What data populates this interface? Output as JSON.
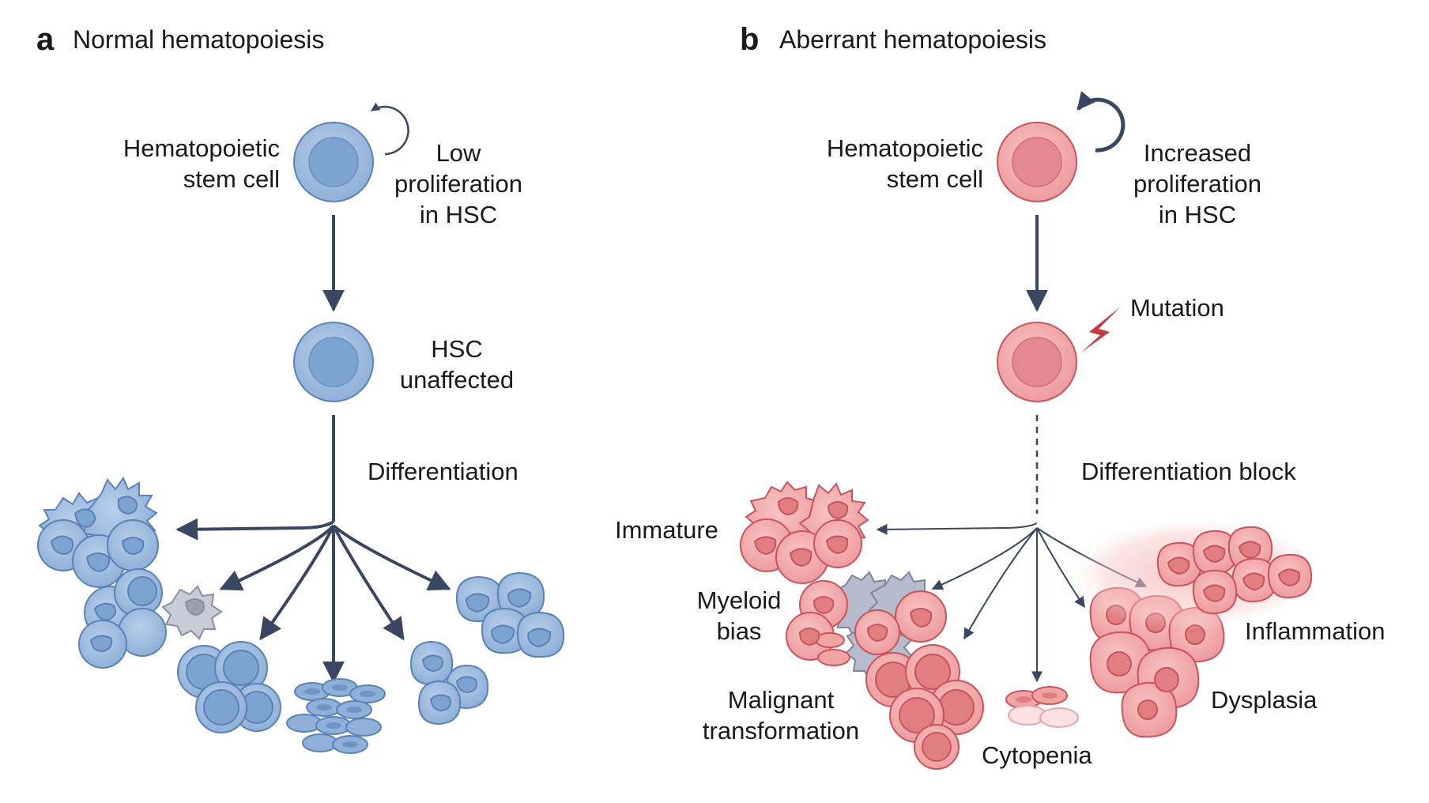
{
  "panel_a": {
    "letter": "a",
    "title": "Normal hematopoiesis",
    "stem_cell_label_1": "Hematopoietic",
    "stem_cell_label_2": "stem cell",
    "proliferation_1": "Low",
    "proliferation_2": "proliferation",
    "proliferation_3": "in HSC",
    "hsc_1": "HSC",
    "hsc_2": "unaffected",
    "differentiation": "Differentiation"
  },
  "panel_b": {
    "letter": "b",
    "title": "Aberrant hematopoiesis",
    "stem_cell_label_1": "Hematopoietic",
    "stem_cell_label_2": "stem cell",
    "proliferation_1": "Increased",
    "proliferation_2": "proliferation",
    "proliferation_3": "in HSC",
    "mutation": "Mutation",
    "differentiation_block": "Differentiation block",
    "immature": "Immature",
    "myeloid_1": "Myeloid",
    "myeloid_2": "bias",
    "malignant_1": "Malignant",
    "malignant_2": "transformation",
    "cytopenia": "Cytopenia",
    "dysplasia": "Dysplasia",
    "inflammation": "Inflammation"
  },
  "colors": {
    "blue_fill": "#9ab8dc",
    "blue_nucleus": "#7da3d0",
    "blue_outline": "#5a82b8",
    "red_fill": "#f0a4a4",
    "red_nucleus": "#e07e82",
    "red_outline": "#c9545c",
    "arrow": "#3a4763",
    "lightning": "#c8393f"
  }
}
